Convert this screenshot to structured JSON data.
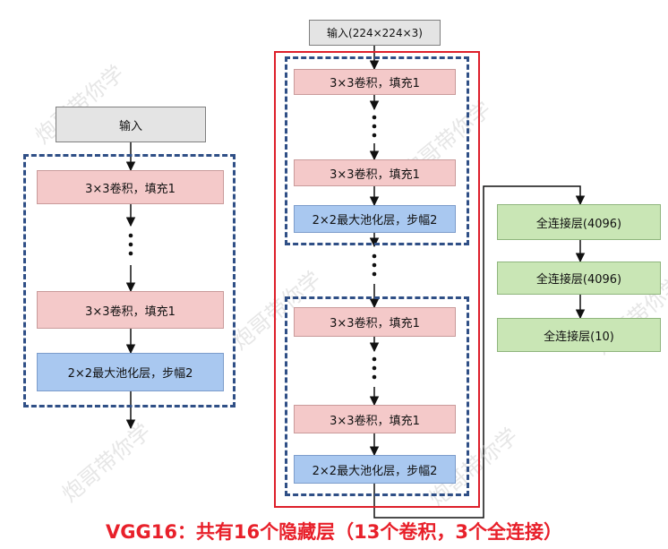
{
  "labels": {
    "input_short": "输入",
    "input_full": "输入(224×224×3)",
    "conv": "3×3卷积，填充1",
    "pool": "2×2最大池化层，步幅2",
    "fc_4096": "全连接层(4096)",
    "fc_10": "全连接层(10)"
  },
  "caption": "VGG16：共有16个隐藏层（13个卷积，3个全连接）",
  "watermark": "炮哥带你学",
  "colors": {
    "conv_fill": "#f4c9c9",
    "pool_fill": "#a9c8f0",
    "fc_fill": "#c9e6b5",
    "input_fill": "#e4e4e4",
    "dashed_border": "#2f4f86",
    "highlight": "#dd1f2a"
  }
}
